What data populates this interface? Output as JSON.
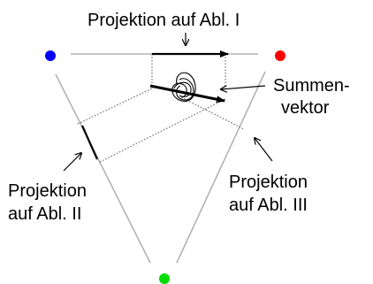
{
  "diagram": {
    "labels": {
      "proj_1": "Projektion auf Abl. I",
      "summen_line1": "Summen-",
      "summen_line2": "vektor",
      "proj_2_line1": "Projektion",
      "proj_2_line2": "auf Abl. II",
      "proj_3_line1": "Projektion",
      "proj_3_line2": "auf Abl. III"
    },
    "electrodes": [
      {
        "name": "blue",
        "color": "#0000ff"
      },
      {
        "name": "red",
        "color": "#ff0000"
      },
      {
        "name": "green",
        "color": "#00dd00"
      }
    ],
    "colors": {
      "triangle": "#b3b3b3",
      "dotted": "#555555",
      "arrow": "#000000"
    }
  }
}
